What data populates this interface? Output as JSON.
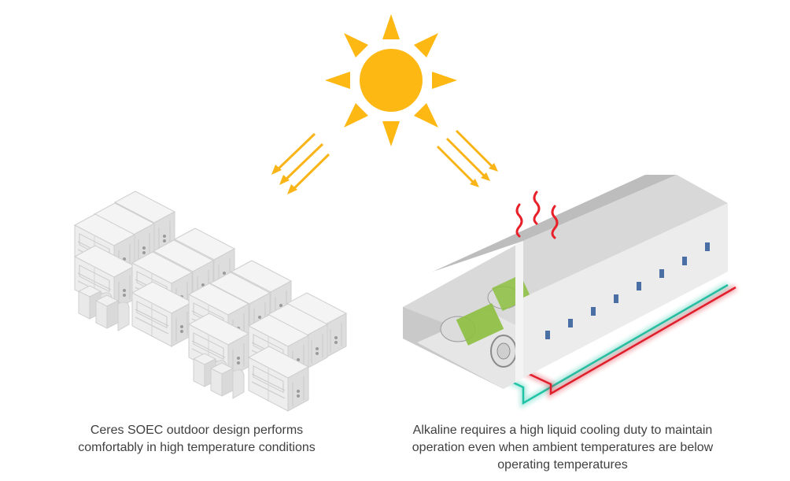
{
  "colors": {
    "sun": "#FDB813",
    "arrow": "#F9B418",
    "heat": "#E8202A",
    "pipe_cool": "#1FC4A6",
    "pipe_hot": "#E01E2B",
    "coil": "#8DBF3F",
    "building": "#E6E6E6",
    "window": "#4A6FA5"
  },
  "icons": [
    "sun-icon",
    "sunlight-arrows-icon",
    "heat-waves-icon",
    "soec-module-cluster-icon",
    "alkaline-building-icon"
  ],
  "captions": {
    "left": {
      "line1": "Ceres SOEC outdoor design performs",
      "line2": "comfortably in high temperature conditions"
    },
    "right": {
      "line1": "Alkaline requires a high liquid cooling duty to maintain",
      "line2": "operation even when ambient temperatures are below",
      "line3": "operating temperatures"
    }
  }
}
